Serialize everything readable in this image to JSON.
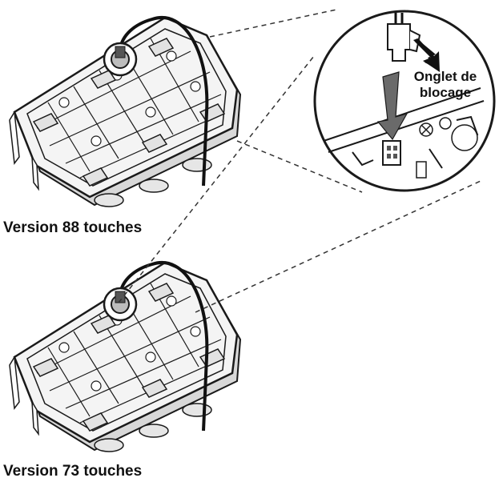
{
  "labels": {
    "version_88": "Version 88 touches",
    "version_73": "Version 73 touches",
    "locking_tab": "Onglet de blocage"
  },
  "colors": {
    "line": "#1a1a1a",
    "background": "#ffffff",
    "tray_fill": "#f3f3f3",
    "pad_fill": "#e2e2e2",
    "arrow_fill": "#6a6a6a"
  }
}
